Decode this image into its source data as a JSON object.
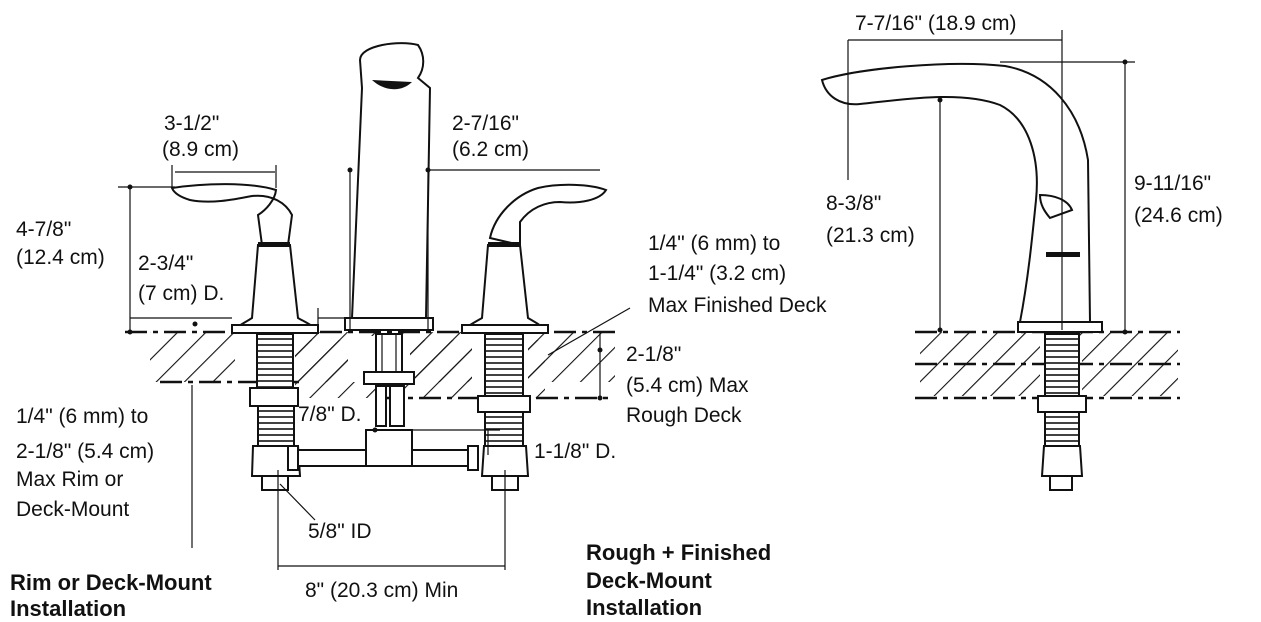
{
  "dimensions": {
    "handle_width": "3-1/2\"",
    "handle_width_cm": "(8.9 cm)",
    "spout_width": "2-7/16\"",
    "spout_width_cm": "(6.2 cm)",
    "handle_height": "4-7/8\"",
    "handle_height_cm": "(12.4 cm)",
    "base_diameter": "2-3/4\"",
    "base_diameter_cm": "(7 cm) D.",
    "finished_deck_1": "1/4\" (6 mm) to",
    "finished_deck_2": "1-1/4\" (3.2 cm)",
    "finished_deck_3": "Max Finished Deck",
    "rough_deck_1": "2-1/8\"",
    "rough_deck_2": "(5.4 cm) Max",
    "rough_deck_3": "Rough Deck",
    "shank_diameter": "7/8\" D.",
    "nut_diameter": "1-1/8\" D.",
    "rim_1": "1/4\" (6 mm) to",
    "rim_2": "2-1/8\" (5.4 cm)",
    "rim_3": "Max Rim or",
    "rim_4": "Deck-Mount",
    "inlet_id": "5/8\" ID",
    "spread_min": "8\" (20.3 cm) Min",
    "spout_reach": "7-7/16\" (18.9 cm)",
    "spout_clearance": "8-3/8\"",
    "spout_clearance_cm": "(21.3 cm)",
    "spout_height": "9-11/16\"",
    "spout_height_cm": "(24.6 cm)"
  },
  "titles": {
    "rim_mount_1": "Rim or Deck-Mount",
    "rim_mount_2": "Installation",
    "rough_finished_1": "Rough + Finished",
    "rough_finished_2": "Deck-Mount",
    "rough_finished_3": "Installation"
  }
}
